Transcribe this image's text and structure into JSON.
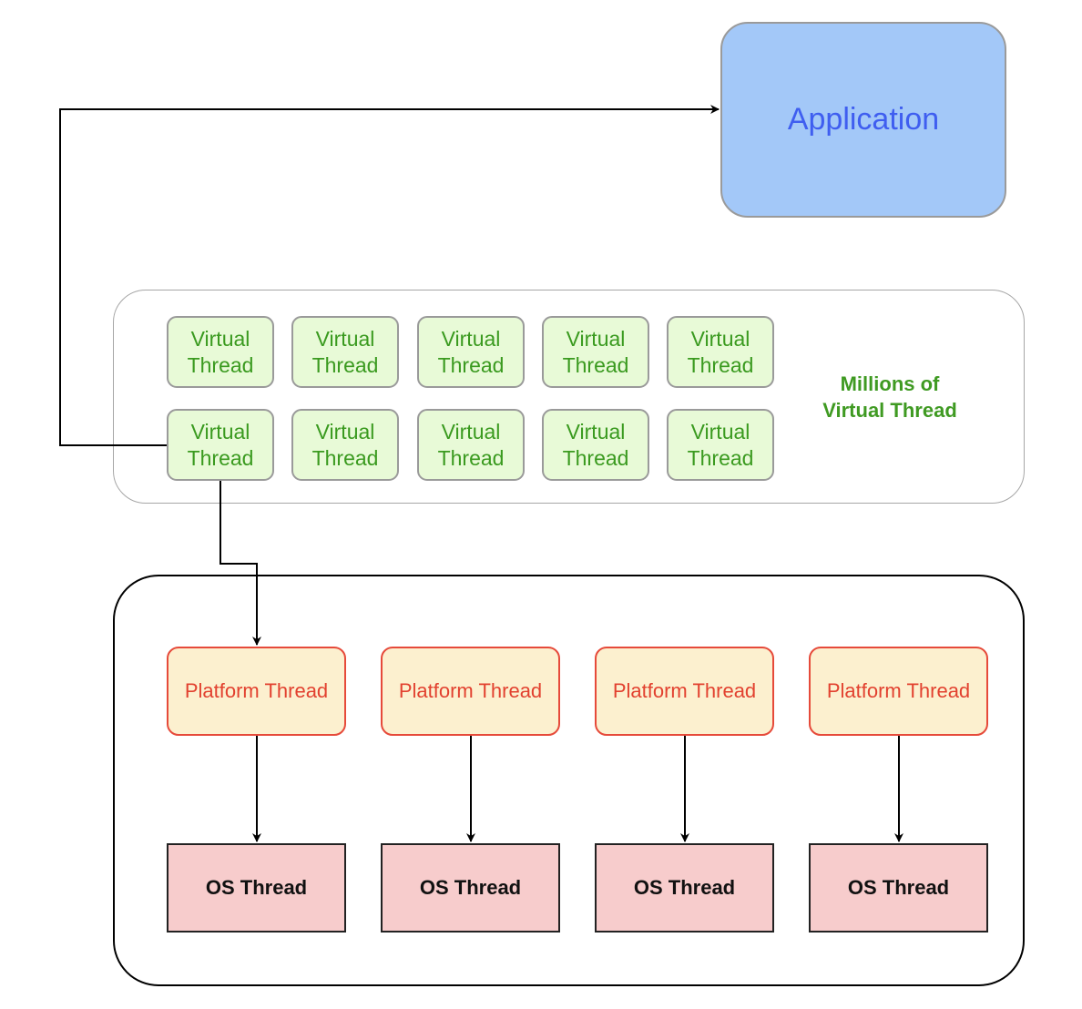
{
  "application": {
    "label": "Application"
  },
  "virtual_threads": {
    "note": "Millions of\nVirtual Thread",
    "rows": [
      [
        {
          "line1": "Virtual",
          "line2": "Thread"
        },
        {
          "line1": "Virtual",
          "line2": "Thread"
        },
        {
          "line1": "Virtual",
          "line2": "Thread"
        },
        {
          "line1": "Virtual",
          "line2": "Thread"
        },
        {
          "line1": "Virtual",
          "line2": "Thread"
        }
      ],
      [
        {
          "line1": "Virtual",
          "line2": "Thread"
        },
        {
          "line1": "Virtual",
          "line2": "Thread"
        },
        {
          "line1": "Virtual",
          "line2": "Thread"
        },
        {
          "line1": "Virtual",
          "line2": "Thread"
        },
        {
          "line1": "Virtual",
          "line2": "Thread"
        }
      ]
    ]
  },
  "platform_threads": [
    "Platform Thread",
    "Platform Thread",
    "Platform Thread",
    "Platform Thread"
  ],
  "os_threads": [
    "OS Thread",
    "OS Thread",
    "OS Thread",
    "OS Thread"
  ],
  "colors": {
    "application_fill": "#a3c8f8",
    "application_text": "#3f5ef0",
    "virtual_fill": "#e8fad7",
    "virtual_text": "#3a9a1f",
    "platform_fill": "#fcf0cf",
    "platform_stroke": "#e64a3a",
    "os_fill": "#f7cccc"
  }
}
